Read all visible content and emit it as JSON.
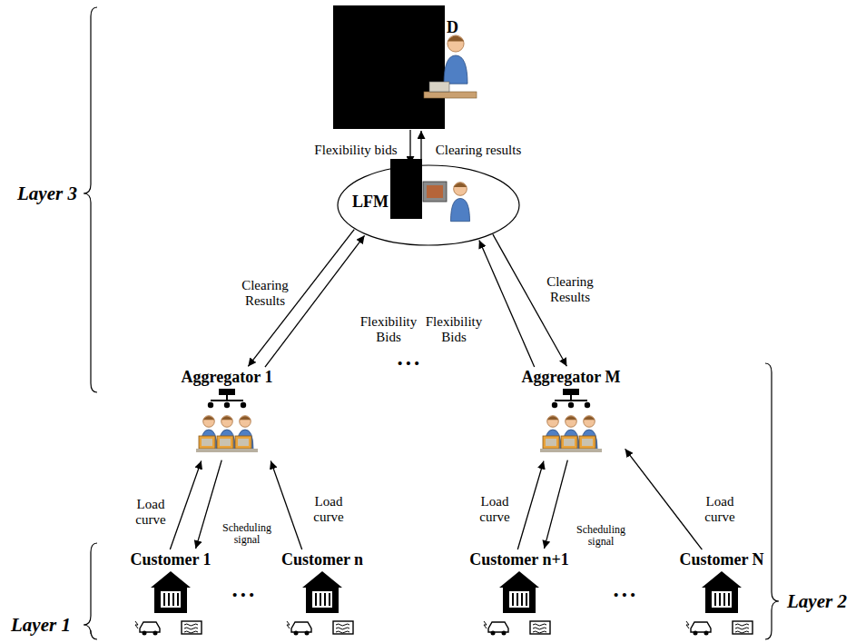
{
  "diagram": {
    "nodes": [
      {
        "text": [
          "D"
        ]
      },
      {
        "text": [
          "LFM"
        ]
      },
      {
        "text": [
          "Aggregator 1"
        ]
      },
      {
        "text": [
          "Aggregator M"
        ]
      },
      {
        "text": [
          "Customer 1"
        ]
      },
      {
        "text": [
          "Customer n"
        ]
      },
      {
        "text": [
          "Customer n+1"
        ]
      },
      {
        "text": [
          "Customer N"
        ]
      }
    ],
    "edges": [
      {
        "from": 0,
        "to": 1,
        "arrow": "to",
        "label": "Flexibility bids"
      },
      {
        "from": 1,
        "to": 0,
        "arrow": "to",
        "label": "Clearing results"
      },
      {
        "from": 1,
        "to": 2,
        "arrow": "to",
        "label": "Clearing Results"
      },
      {
        "from": 2,
        "to": 1,
        "arrow": "to",
        "label": "Flexibility Bids"
      },
      {
        "from": 3,
        "to": 1,
        "arrow": "to",
        "label": "Flexibility Bids"
      },
      {
        "from": 1,
        "to": 3,
        "arrow": "to",
        "label": "Clearing Results"
      },
      {
        "from": 4,
        "to": 2,
        "arrow": "to",
        "label": "Load curve"
      },
      {
        "from": 2,
        "to": 4,
        "arrow": "to",
        "label": "Scheduling signal"
      },
      {
        "from": 5,
        "to": 2,
        "arrow": "to",
        "label": "Load curve"
      },
      {
        "from": 6,
        "to": 3,
        "arrow": "to",
        "label": "Load curve"
      },
      {
        "from": 3,
        "to": 6,
        "arrow": "to",
        "label": "Scheduling signal"
      },
      {
        "from": 7,
        "to": 3,
        "arrow": "to",
        "label": "Load curve"
      }
    ],
    "labels": [
      "Layer 3",
      "•••",
      "Layer 2",
      "•••",
      "•••",
      "Layer 1"
    ]
  }
}
